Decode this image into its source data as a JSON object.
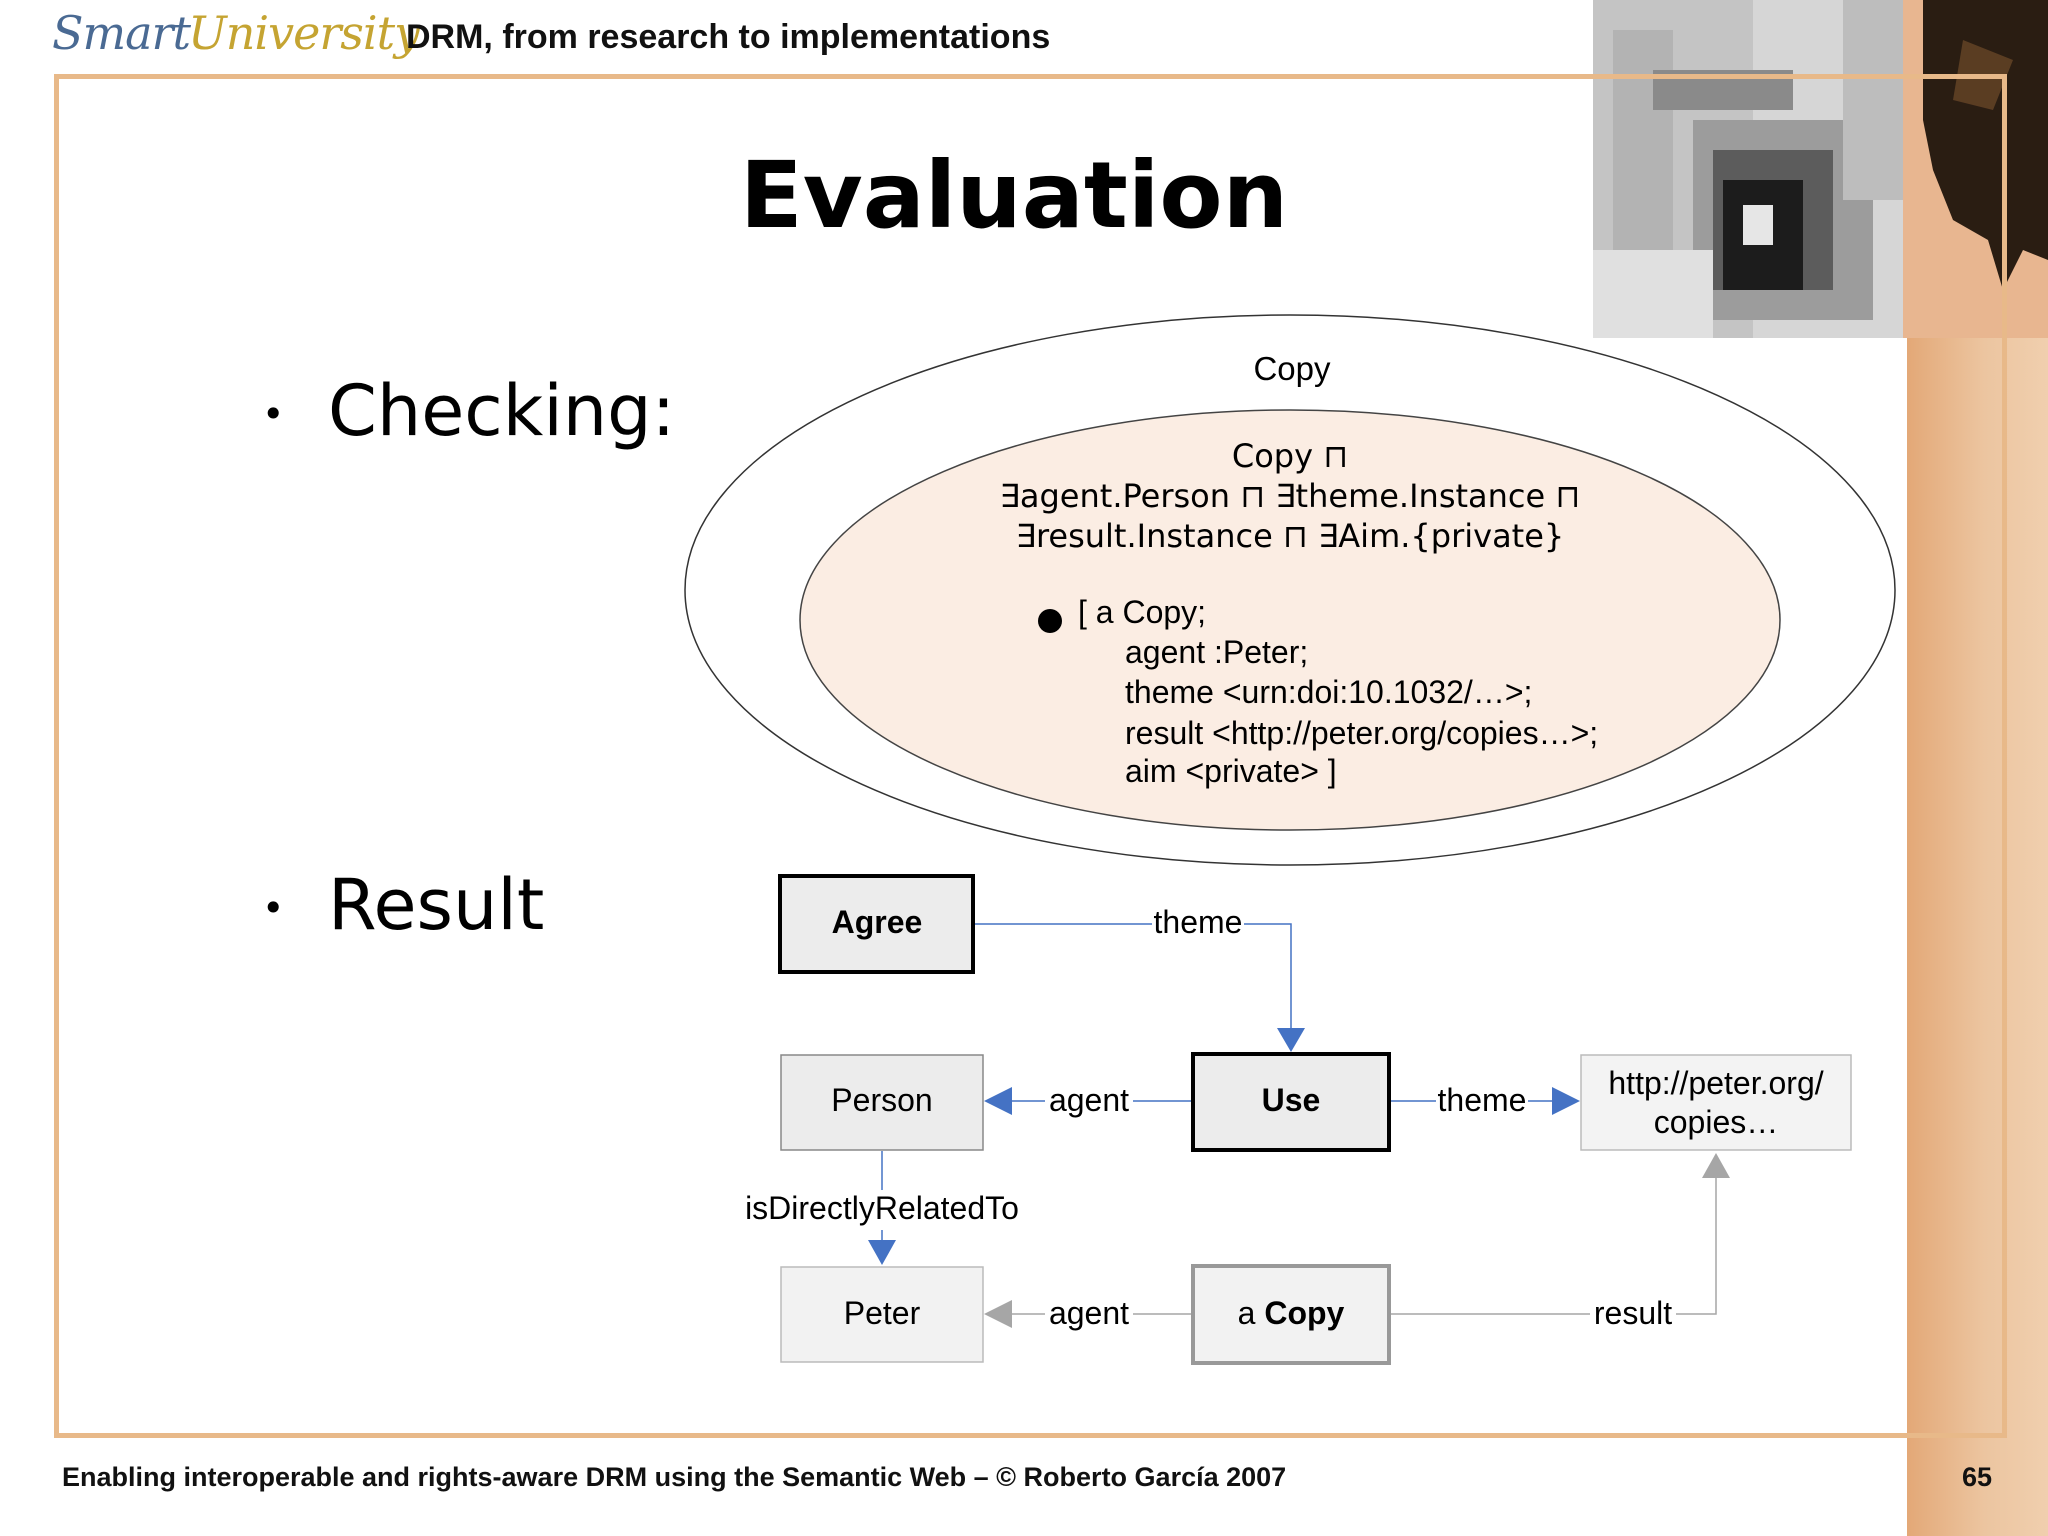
{
  "header": {
    "brand_smart": "Smart",
    "brand_university": "University",
    "subtitle": "DRM, from research to implementations"
  },
  "slide": {
    "title": "Evaluation",
    "bullets": [
      "Checking:",
      "Result"
    ]
  },
  "checking": {
    "outer_label": "Copy",
    "inner_lines": [
      "Copy ⊓",
      "∃agent.Person ⊓ ∃theme.Instance ⊓",
      "∃result.Instance ⊓ ∃Aim.{private}"
    ],
    "instance_lines": [
      "[ a Copy;",
      "agent :Peter;",
      "theme <urn:doi:10.1032/…>;",
      "result <http://peter.org/copies…>;",
      "aim <private> ]"
    ]
  },
  "result_graph": {
    "nodes": {
      "agree": "Agree",
      "use": "Use",
      "person": "Person",
      "peter": "Peter",
      "url_line1": "http://peter.org/",
      "url_line2": "copies…",
      "copy_prefix": "a",
      "copy_bold": "Copy"
    },
    "edges": {
      "agree_use": "theme",
      "use_person": "agent",
      "use_url": "theme",
      "person_peter": "isDirectlyRelatedTo",
      "copy_peter": "agent",
      "copy_url": "result"
    }
  },
  "footer": {
    "text": "Enabling interoperable and rights-aware DRM using the Semantic Web – © Roberto García 2007",
    "page": "65"
  },
  "colors": {
    "frame": "#e8b989",
    "band": "#e3a877",
    "inner_ellipse_fill": "#fbede3",
    "arrow_blue": "#4472c4",
    "arrow_gray": "#a6a6a6",
    "node_fill": "#ececec"
  }
}
